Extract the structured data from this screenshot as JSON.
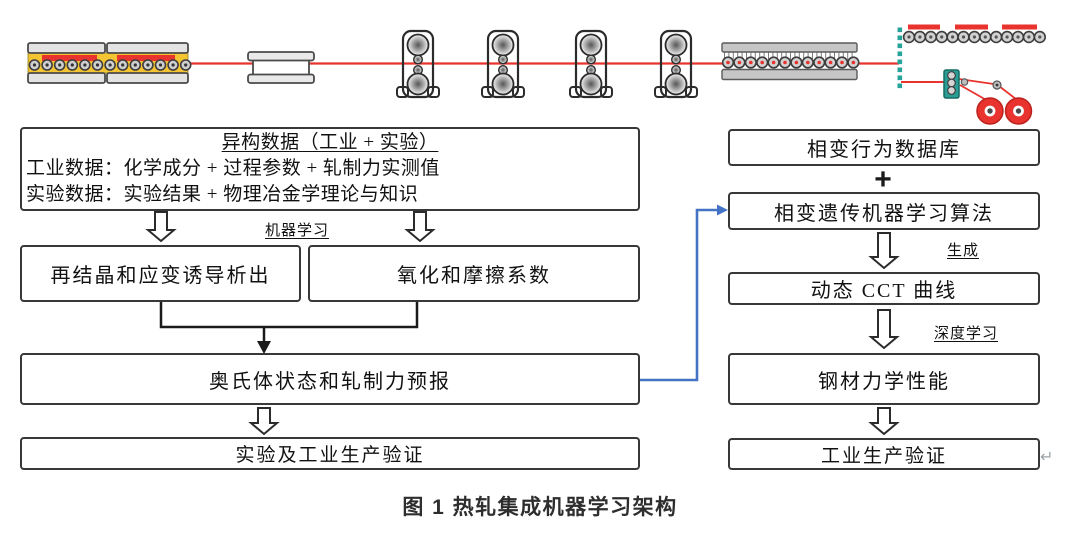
{
  "colors": {
    "box_border": "#383838",
    "line_red": "#e8332e",
    "furnace_yellow": "#f4c433",
    "teal": "#27a39a",
    "connector_blue": "#4472c4",
    "caption_color": "#2e2e2e"
  },
  "mill": {
    "components": [
      "reheating-furnace",
      "roughing-mill",
      "finishing-stand-1",
      "finishing-stand-2",
      "finishing-stand-3",
      "finishing-stand-4",
      "laminar-cooling",
      "coil-transfer-marker",
      "coiler-roller-table",
      "pinch-roll-unit",
      "steel-coils",
      "strip-pass-line"
    ]
  },
  "flow_left": {
    "hetero": {
      "title": "异构数据（工业 + 实验）",
      "industrial": "工业数据：化学成分 + 过程参数 + 轧制力实测值",
      "experimental": "实验数据：实验结果 + 物理冶金学理论与知识"
    },
    "ml_label": "机器学习",
    "rex": "再结晶和应变诱导析出",
    "oxidation": "氧化和摩擦系数",
    "austenite": "奥氏体状态和轧制力预报",
    "verify": "实验及工业生产验证"
  },
  "flow_right": {
    "database": "相变行为数据库",
    "plus": "+",
    "algorithm": "相变遗传机器学习算法",
    "generate_label": "生成",
    "cct": "动态 CCT 曲线",
    "deep_label": "深度学习",
    "steel": "钢材力学性能",
    "verify": "工业生产验证"
  },
  "caption": "图 1 热轧集成机器学习架构",
  "return_mark": "↵"
}
